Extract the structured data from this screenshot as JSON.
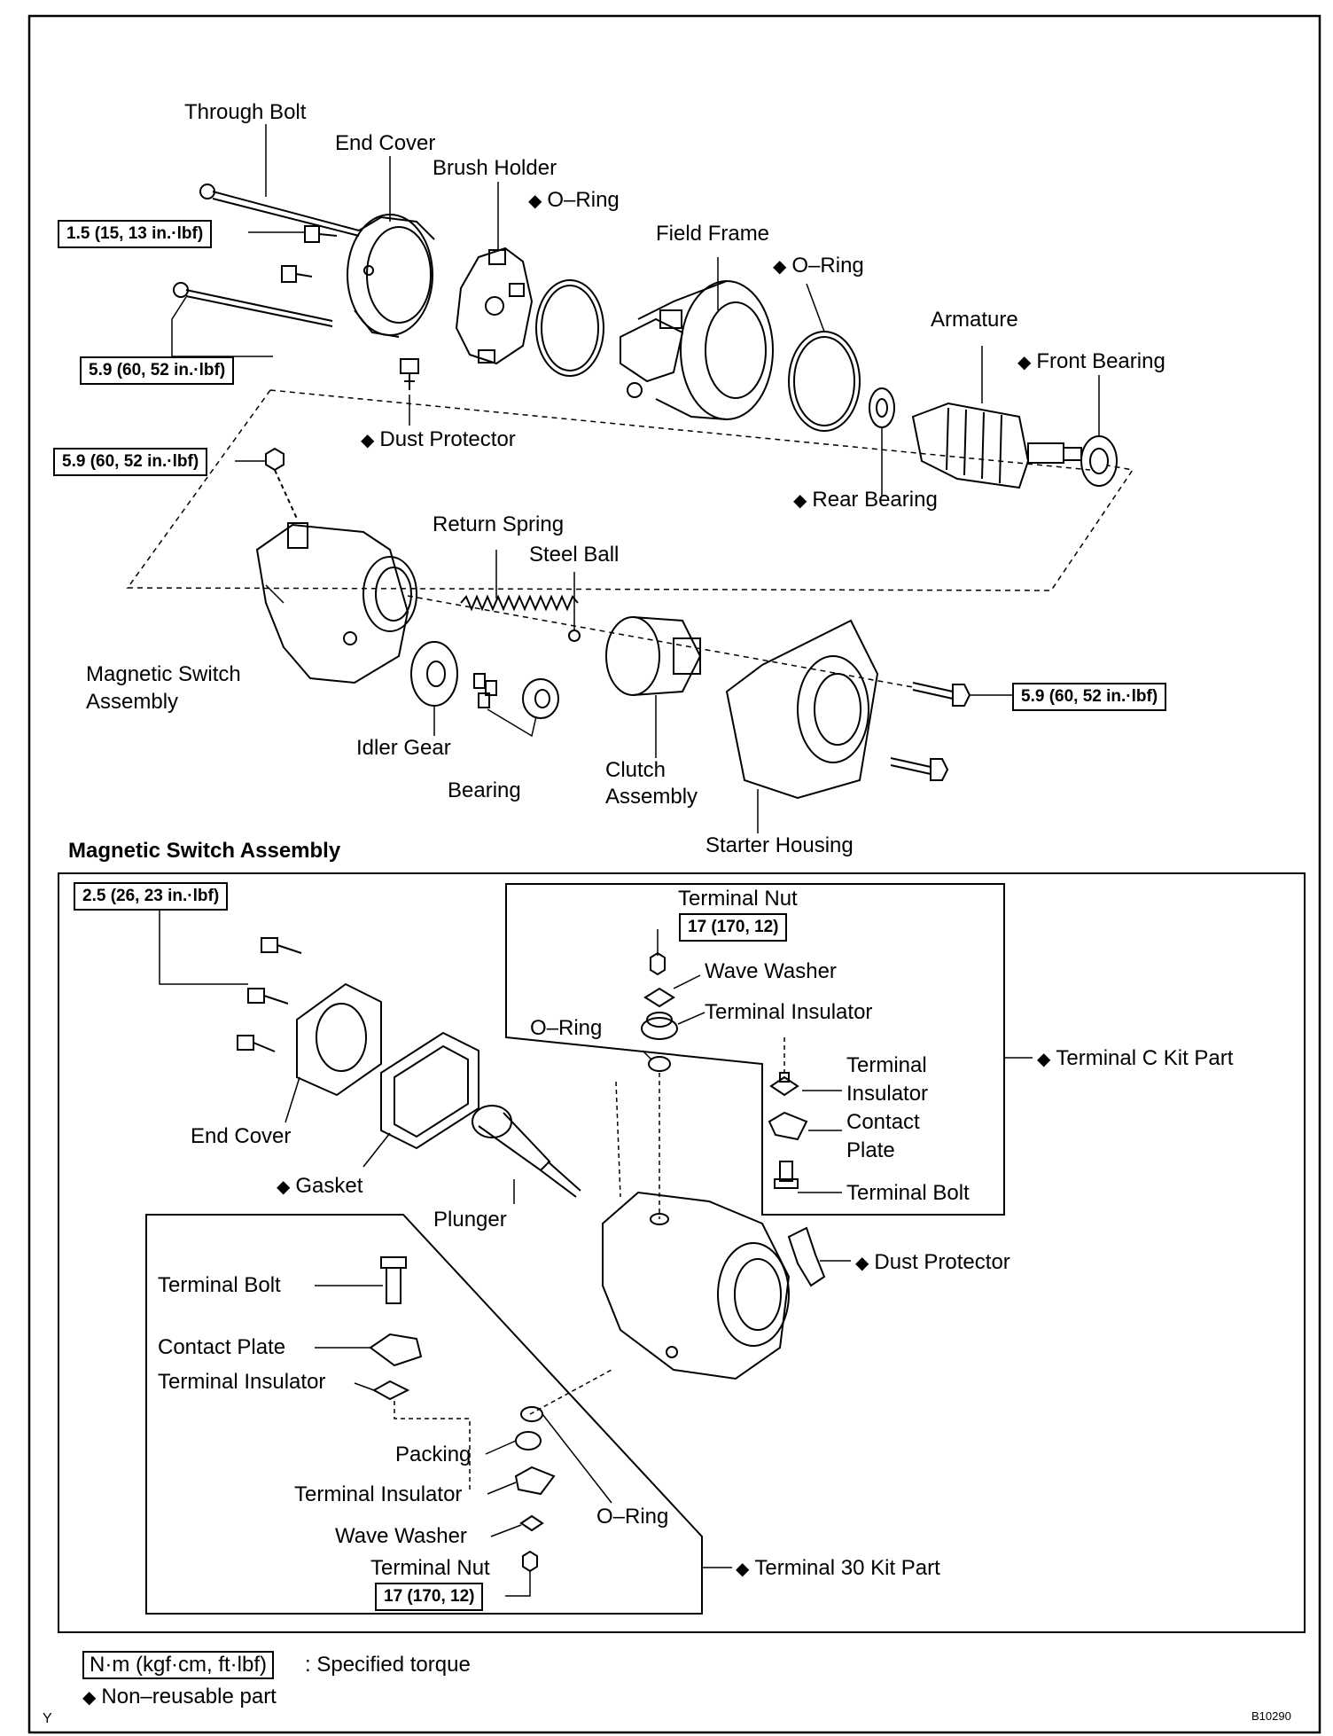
{
  "marker": "◆",
  "upper": {
    "through_bolt": "Through Bolt",
    "end_cover": "End Cover",
    "brush_holder": "Brush Holder",
    "o_ring_1": "O–Ring",
    "field_frame": "Field Frame",
    "o_ring_2": "O–Ring",
    "armature": "Armature",
    "front_bearing": "Front Bearing",
    "dust_protector": "Dust Protector",
    "rear_bearing": "Rear Bearing",
    "return_spring": "Return Spring",
    "steel_ball": "Steel Ball",
    "magnetic_switch_line1": "Magnetic Switch",
    "magnetic_switch_line2": "Assembly",
    "idler_gear": "Idler Gear",
    "bearing": "Bearing",
    "clutch_line1": "Clutch",
    "clutch_line2": "Assembly",
    "starter_housing": "Starter Housing",
    "torque_1": "1.5 (15, 13 in.·lbf)",
    "torque_2": "5.9 (60, 52 in.·lbf)",
    "torque_3": "5.9 (60, 52 in.·lbf)",
    "torque_4": "5.9 (60, 52 in.·lbf)"
  },
  "section_title": "Magnetic Switch Assembly",
  "lower": {
    "torque_end_cover": "2.5 (26, 23 in.·lbf)",
    "end_cover": "End Cover",
    "gasket": "Gasket",
    "plunger": "Plunger",
    "dust_protector": "Dust Protector",
    "kit_c": {
      "terminal_nut": "Terminal Nut",
      "torque": "17 (170, 12)",
      "wave_washer": "Wave Washer",
      "terminal_insulator": "Terminal Insulator",
      "o_ring": "O–Ring",
      "terminal_insulator_2_line1": "Terminal",
      "terminal_insulator_2_line2": "Insulator",
      "contact_plate_line1": "Contact",
      "contact_plate_line2": "Plate",
      "terminal_bolt": "Terminal Bolt",
      "kit_label": "Terminal C Kit Part"
    },
    "kit_30": {
      "terminal_bolt": "Terminal Bolt",
      "contact_plate": "Contact Plate",
      "terminal_insulator": "Terminal Insulator",
      "packing": "Packing",
      "terminal_insulator_2": "Terminal Insulator",
      "o_ring": "O–Ring",
      "wave_washer": "Wave Washer",
      "terminal_nut": "Terminal Nut",
      "torque": "17 (170, 12)",
      "kit_label": "Terminal 30 Kit Part"
    }
  },
  "legend": {
    "units": "N·m (kgf·cm, ft·lbf)",
    "specified": ": Specified torque",
    "non_reusable": "Non–reusable part"
  },
  "corner_letter": "Y",
  "figure_id": "B10290"
}
